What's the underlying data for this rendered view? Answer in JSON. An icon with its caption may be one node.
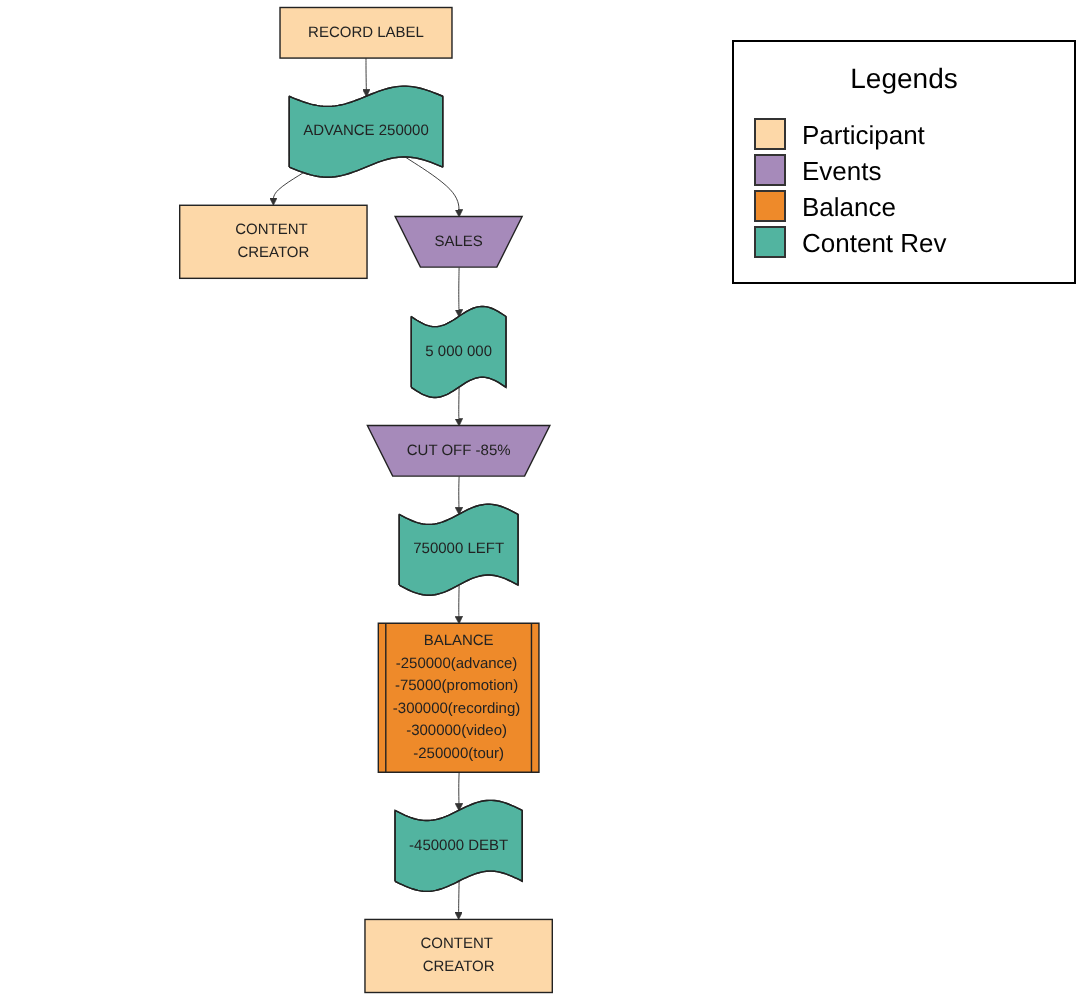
{
  "diagram": {
    "nodes": [
      {
        "text": [
          "RECORD LABEL"
        ]
      },
      {
        "text": [
          "ADVANCE 250000"
        ]
      },
      {
        "text": [
          "CONTENT CREATOR"
        ]
      },
      {
        "text": [
          "SALES"
        ]
      },
      {
        "text": [
          "5 000 000"
        ]
      },
      {
        "text": [
          "CUT OFF -85%"
        ]
      },
      {
        "text": [
          "750000 LEFT"
        ]
      },
      {
        "text": [
          "BALANCE",
          "-250000(advance) -75000(promotion) -300000(recording) -300000(video) -250000(tour)"
        ]
      },
      {
        "text": [
          "-450000 DEBT"
        ]
      },
      {
        "text": [
          "CONTENT CREATOR"
        ]
      }
    ],
    "edges": [
      {
        "from": 0,
        "to": 1,
        "arrow": "to"
      },
      {
        "from": 1,
        "to": 2,
        "arrow": "to"
      },
      {
        "from": 1,
        "to": 3,
        "arrow": "to"
      },
      {
        "from": 3,
        "to": 4,
        "arrow": "to"
      },
      {
        "from": 4,
        "to": 5,
        "arrow": "to"
      },
      {
        "from": 5,
        "to": 6,
        "arrow": "to"
      },
      {
        "from": 6,
        "to": 7,
        "arrow": "to"
      },
      {
        "from": 7,
        "to": 8,
        "arrow": "to"
      },
      {
        "from": 8,
        "to": 9,
        "arrow": "to"
      }
    ],
    "labels": [
      "Legends"
    ],
    "legend": [
      {
        "text": "Participant",
        "color": "#fdd8a8"
      },
      {
        "text": "Events",
        "color": "#a68aba"
      },
      {
        "text": "Balance",
        "color": "#ee8a2a"
      },
      {
        "text": "Content Rev",
        "color": "#52b4a0"
      }
    ]
  }
}
